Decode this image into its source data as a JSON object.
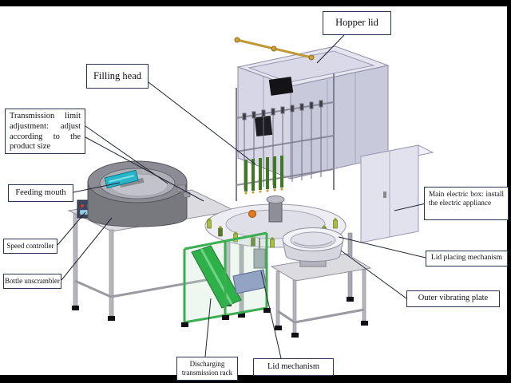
{
  "diagram": {
    "labels": {
      "hopper_lid": "Hopper lid",
      "filling_head": "Filling head",
      "transmission_limit": "Transmission limit adjustment: adjust according to the product size",
      "feeding_mouth": "Feeding mouth",
      "speed_controller": "Speed controller",
      "bottle_unscrambler": "Bottle unscrambler",
      "main_electric_box": "Main electric box: install the electric appliance",
      "lid_placing_mechanism": "Lid placing mechanism",
      "outer_vibrating_plate": "Outer vibrating plate",
      "discharging_transmission_rack": "Discharging transmission rack",
      "lid_mechanism": "Lid mechanism"
    },
    "colors": {
      "cabinet_top": "#e6e6f1",
      "cabinet_right": "#c9c9dc",
      "cabinet_front": "#d6d6e6",
      "electric_front": "#e2e2ef",
      "electric_top": "#f0f0f8",
      "feed_chute_teal": "#28b6c8",
      "conveyor_green": "#2fb14a",
      "drum_gray": "#8c8c94",
      "brass": "#c9a23a",
      "blue_box": "#93a3c3",
      "leader_line": "#1f2433",
      "label_border": "#2a3550",
      "orange_part": "#e2791e"
    }
  }
}
